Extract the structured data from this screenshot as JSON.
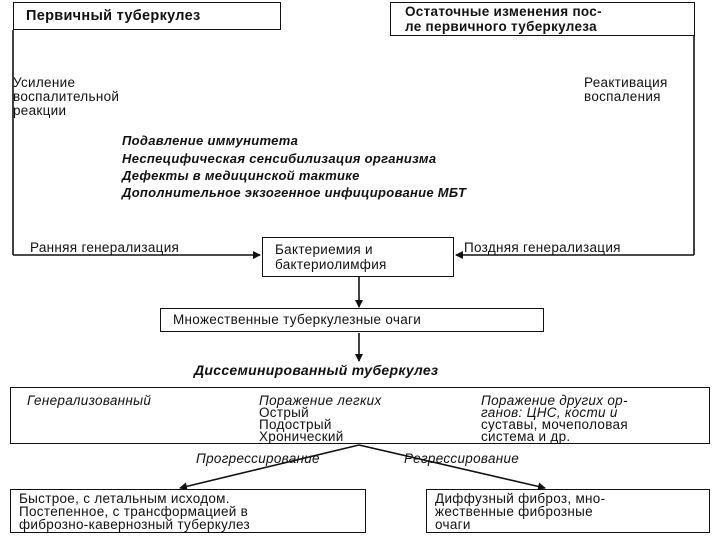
{
  "top_left_box": "Первичный туберкулез",
  "top_right_box": [
    "Остаточные изменения пос-",
    "ле первичного туберкулеза"
  ],
  "left_label": [
    "Усиление",
    "воспалительной",
    "реакции"
  ],
  "right_label": [
    "Реактивация",
    "воспаления"
  ],
  "factors": [
    "Подавление иммунитета",
    "Неспецифическая сенсибилизация организма",
    "Дефекты в медицинской тактике",
    "Дополнительное экзогенное инфицирование МБТ"
  ],
  "early_generalization": "Ранняя генерализация",
  "late_generalization": "Поздняя генерализация",
  "center_box": [
    "Бактериемия и",
    "бактериолимфия"
  ],
  "multiple_foci_box": "Множественные туберкулезные очаги",
  "disseminated_title": "Диссеминированный туберкулез",
  "forms": {
    "generalized": "Генерализованный",
    "lung_header": "Поражение легких",
    "lung_types": [
      "Острый",
      "Подострый",
      "Хронический"
    ],
    "other_organs": [
      "Поражение других ор-",
      "ганов: ЦНС, кости и",
      "суставы, мочеполовая",
      "система и др."
    ]
  },
  "progression_label": "Прогрессирование",
  "regression_label": "Регрессирование",
  "outcome_left": [
    "Быстрое, с летальным исходом.",
    "Постепенное, с трансформацией в",
    "фиброзно-кавернозный туберкулез"
  ],
  "outcome_right": [
    "Диффузный фиброз, мно-",
    "жественные фиброзные",
    "очаги"
  ]
}
